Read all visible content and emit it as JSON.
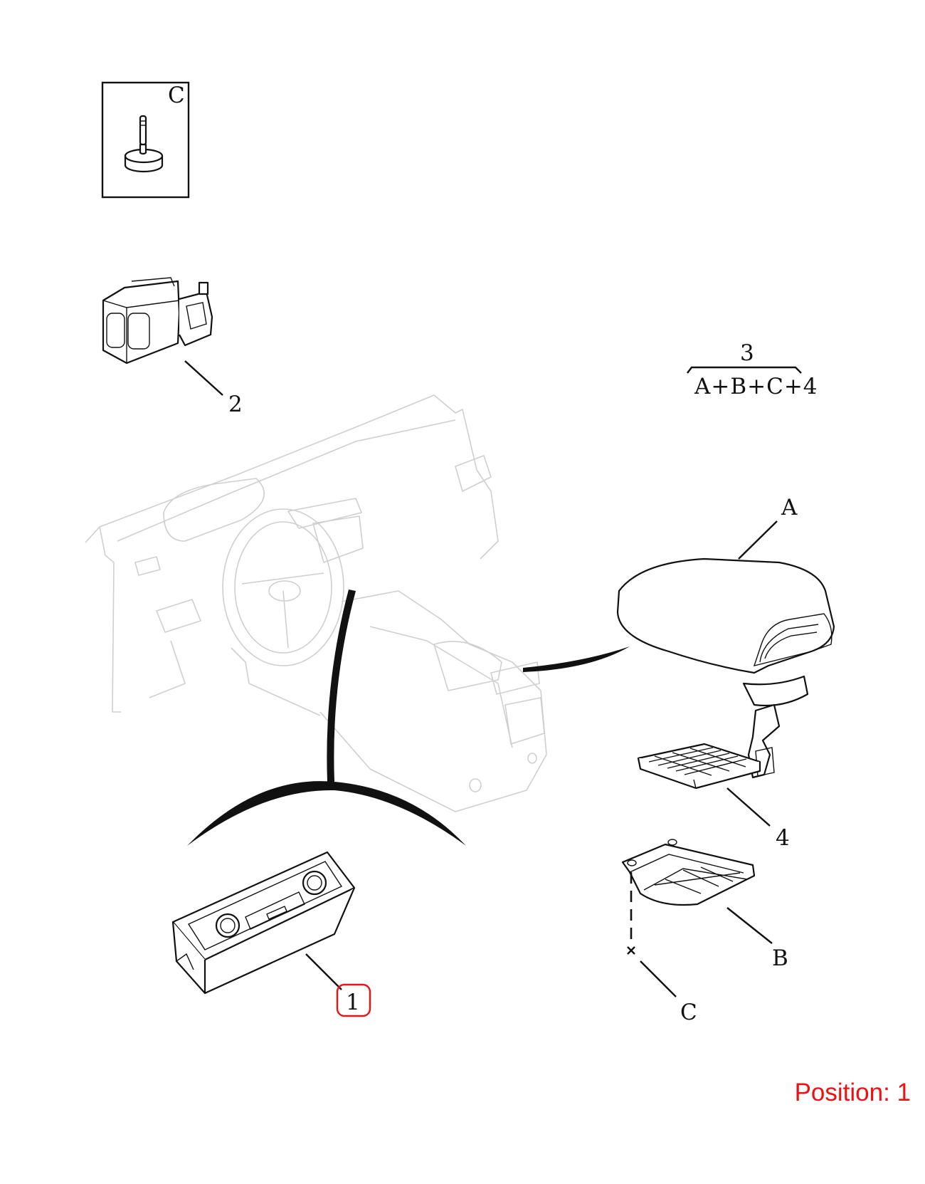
{
  "diagram": {
    "labels": {
      "detail_box": "C",
      "part_2": "2",
      "part_3": "3",
      "formula": "A+B+C+4",
      "part_A": "A",
      "part_4": "4",
      "part_B": "B",
      "part_C": "C",
      "part_1": "1"
    },
    "highlight_color": "#ee1111"
  },
  "position_label": "Position: 1"
}
